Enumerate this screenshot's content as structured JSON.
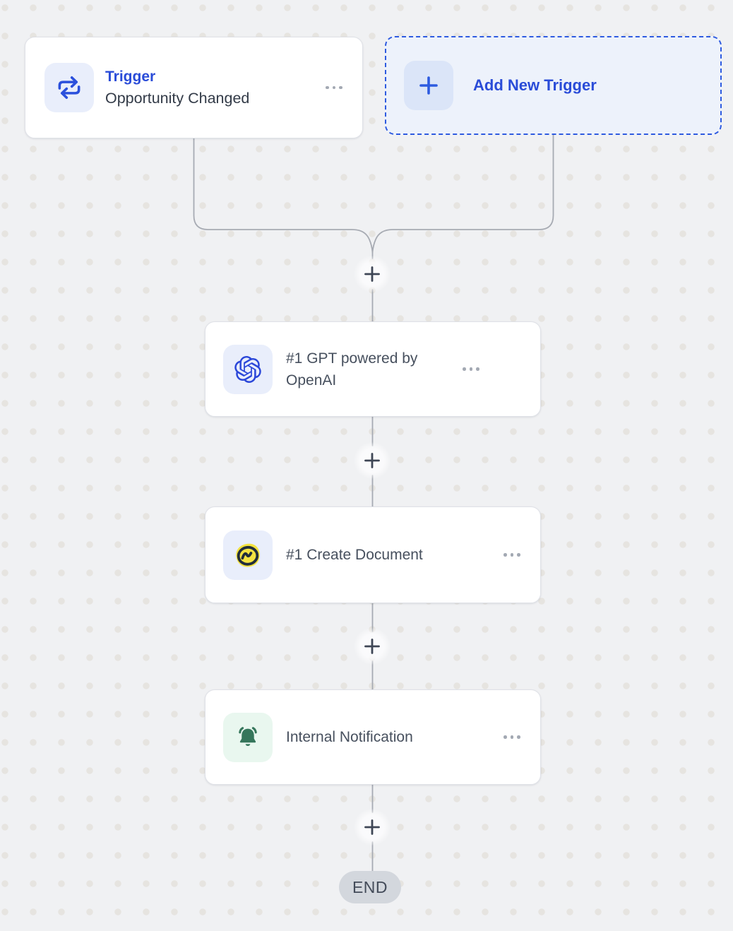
{
  "canvas": {
    "background_color": "#F0F1F3",
    "dot_color": "#E6E4E0",
    "connector_color": "#A7ABB3"
  },
  "colors": {
    "accent_blue": "#2A4CD8",
    "slate_text": "#47505E",
    "dark_subtitle": "#333B48",
    "green_icon": "#35765B",
    "yellow_icon": "#F4E340",
    "end_pill_bg": "#D3D7DD"
  },
  "trigger_card": {
    "title": "Trigger",
    "subtitle": "Opportunity Changed",
    "icon": "swap-arrows-icon",
    "menu_icon": "ellipsis-icon"
  },
  "add_trigger": {
    "label": "Add New Trigger",
    "icon": "plus-icon"
  },
  "steps": [
    {
      "title": "#1 GPT powered by OpenAI",
      "icon": "openai-logo-icon",
      "menu_icon": "ellipsis-icon"
    },
    {
      "title": "#1 Create Document",
      "icon": "basecamp-logo-icon",
      "menu_icon": "ellipsis-icon"
    },
    {
      "title": "Internal Notification",
      "icon": "bell-icon",
      "menu_icon": "ellipsis-icon"
    }
  ],
  "add_action_icon": "plus-icon",
  "end_pill": {
    "label": "END"
  }
}
